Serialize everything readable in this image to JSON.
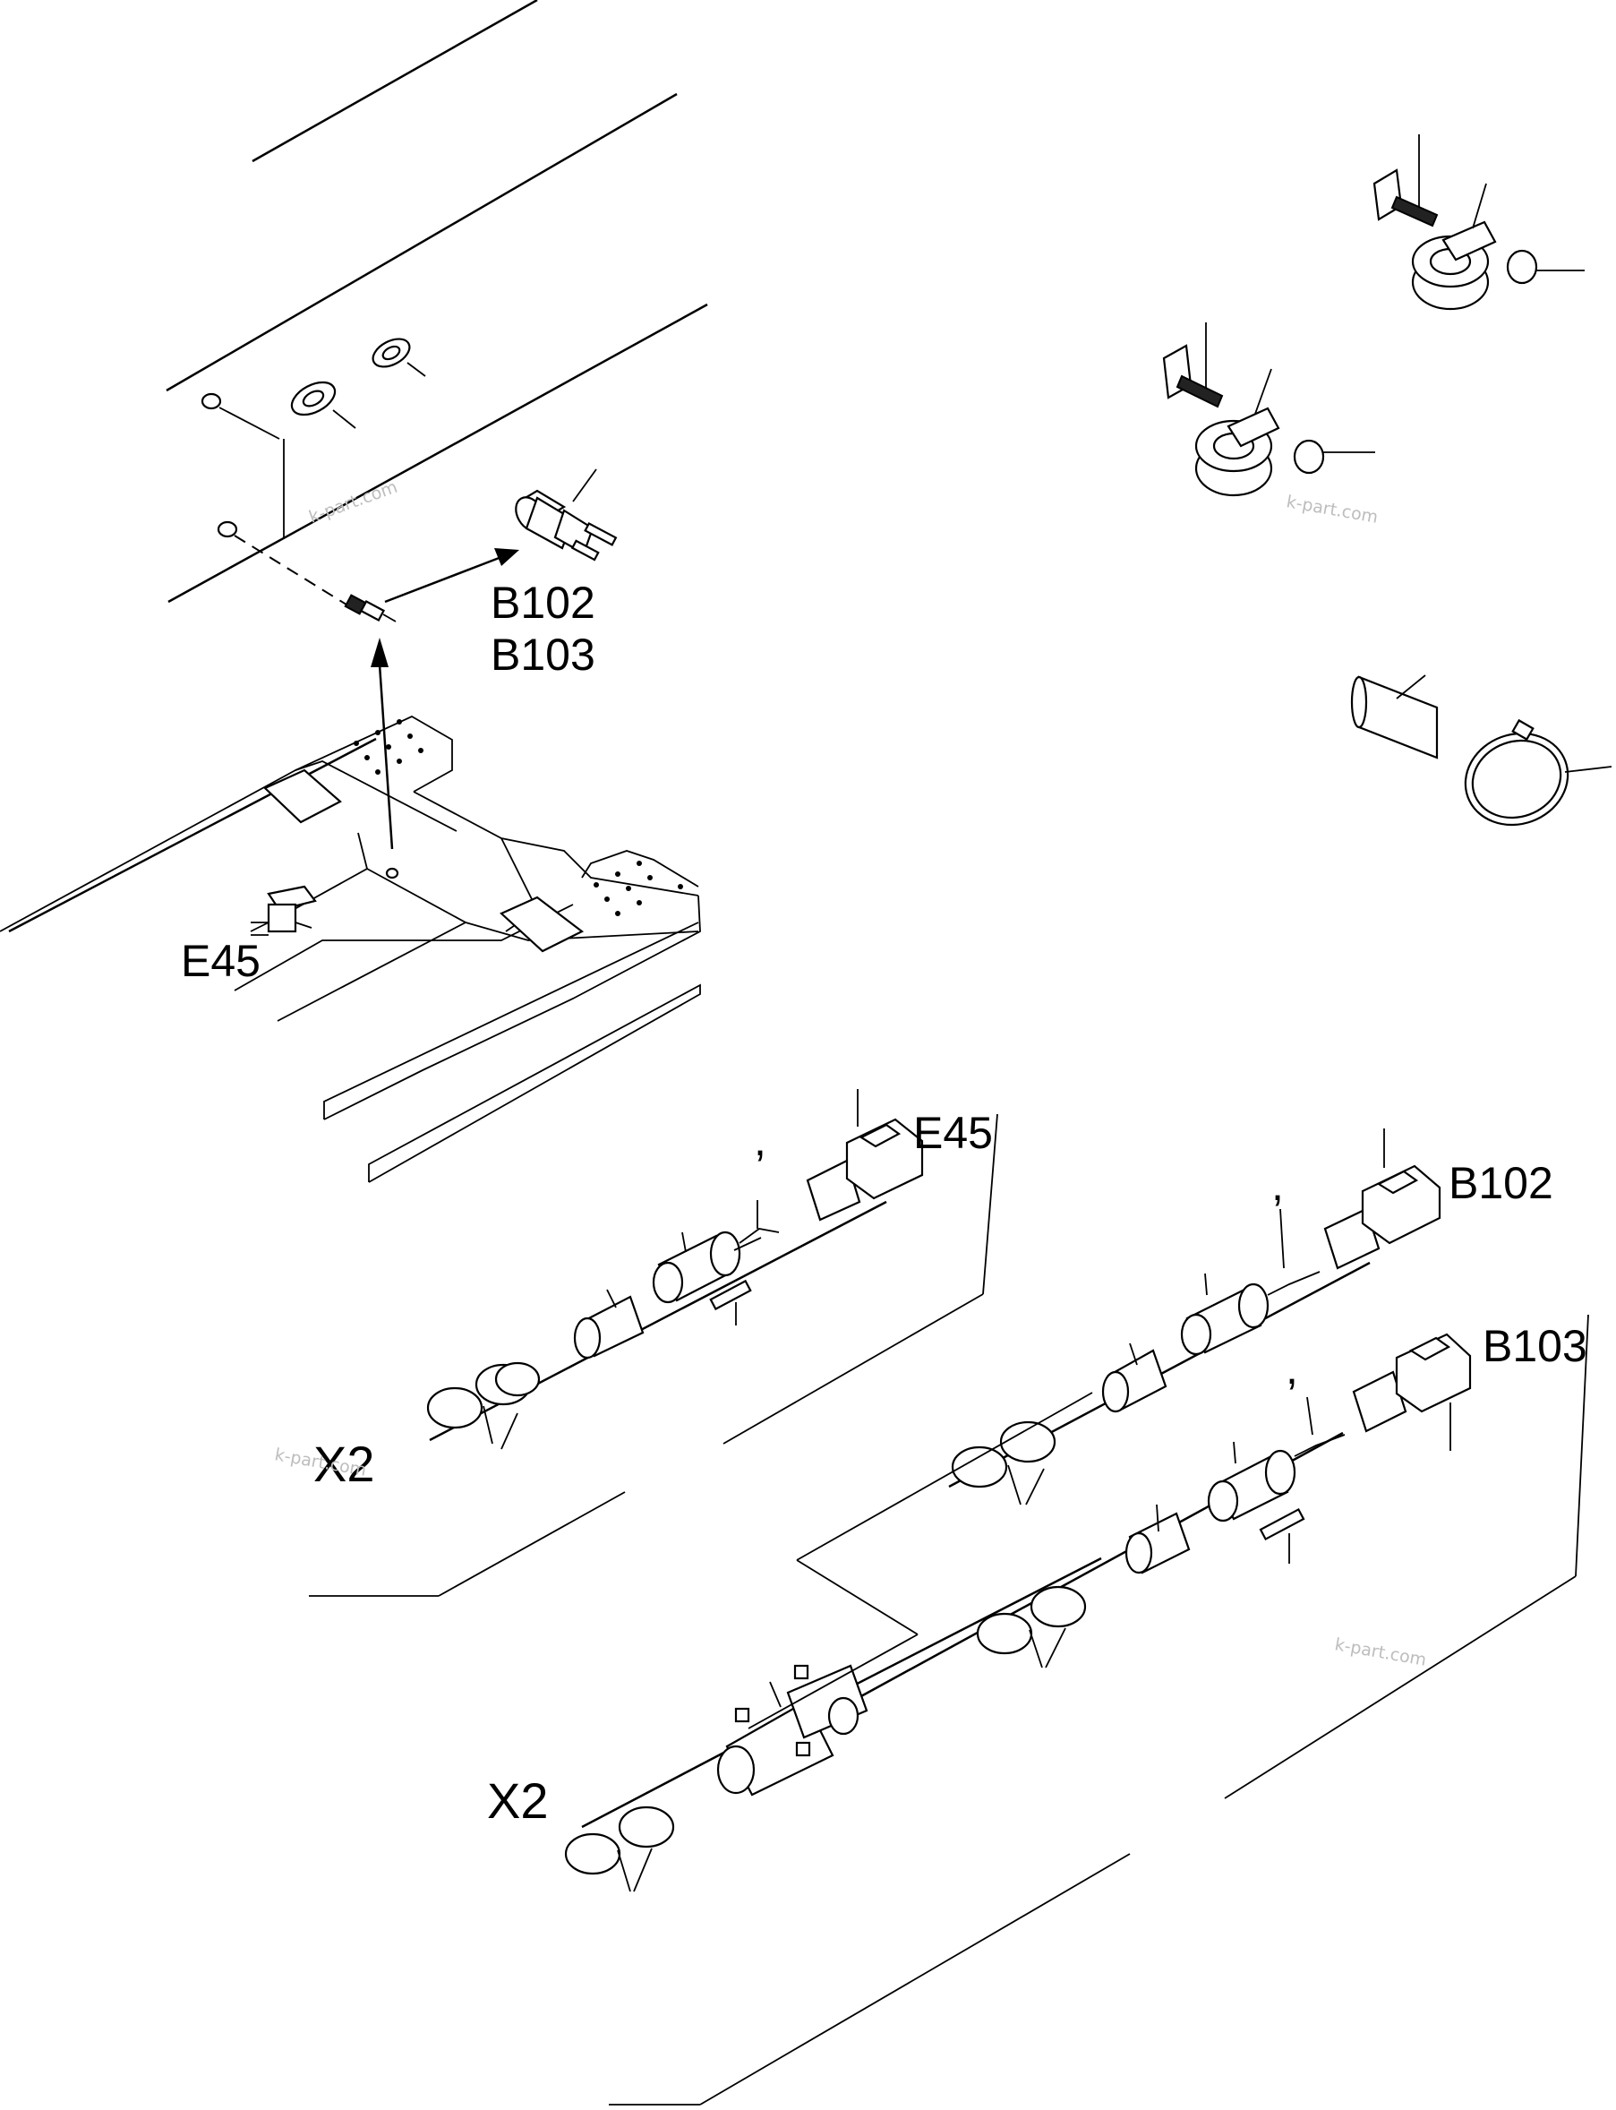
{
  "labels": {
    "b102_top": "B102",
    "b103_top": "B103",
    "e45_frame": "E45",
    "e45_harness": "E45",
    "b102_harness": "B102",
    "b103_harness": "B103",
    "x2_upper": "X2",
    "x2_lower": "X2",
    "comma_1": ",",
    "comma_2": ",",
    "comma_3": ","
  },
  "watermarks": [
    "k-part.com",
    "k-part.com",
    "k-part.com",
    "k-part.com"
  ],
  "icons": {
    "pressure_switch": "pressure-switch-icon",
    "clamp": "pipe-clamp-icon",
    "tape": "tape-roll-icon",
    "cable_tie": "cable-tie-icon",
    "connector": "electrical-connector-icon",
    "grommet": "grommet-icon",
    "bellows": "bellows-boot-icon",
    "y_junction": "y-junction-icon"
  }
}
